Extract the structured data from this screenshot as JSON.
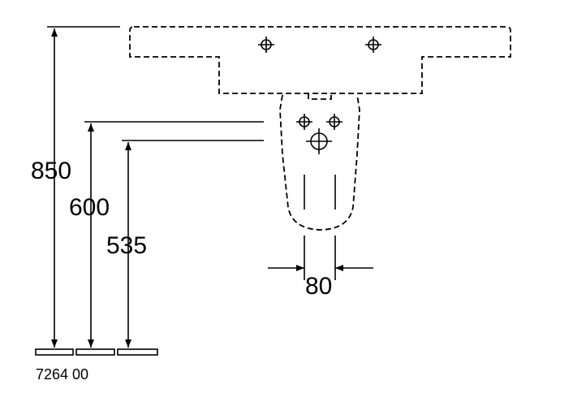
{
  "dimensions": {
    "overall_height": "850",
    "mid_height": "600",
    "low_height": "535",
    "pipe_spacing": "80"
  },
  "product_code": "7264 00"
}
